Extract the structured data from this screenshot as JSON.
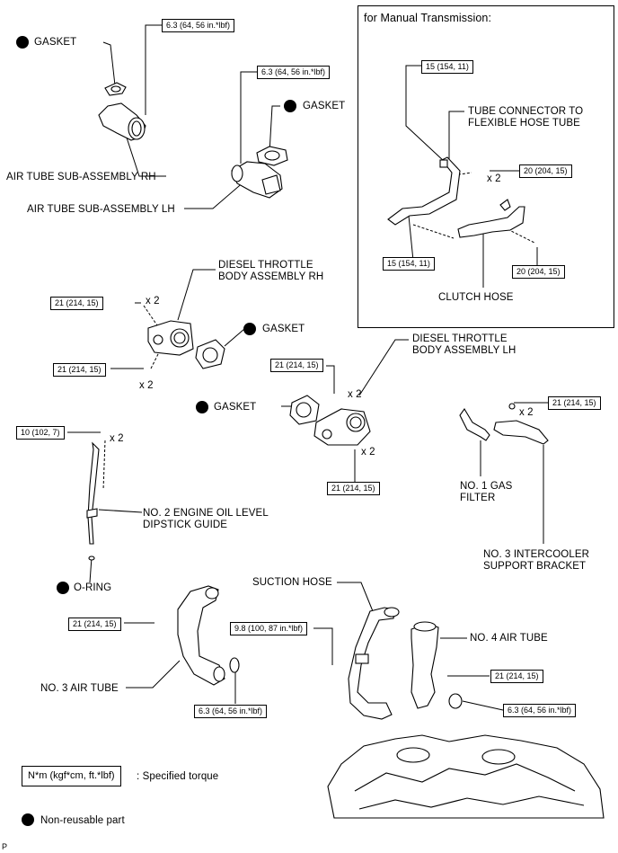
{
  "legend": {
    "torque_unit": "N*m (kgf*cm, ft.*lbf)",
    "torque_desc": ": Specified torque",
    "nonreusable_desc": "Non-reusable part"
  },
  "manual_transmission": {
    "title": "for Manual Transmission:",
    "tube_connector_line1": "TUBE CONNECTOR TO",
    "tube_connector_line2": "FLEXIBLE HOSE TUBE",
    "clutch_hose": "CLUTCH HOSE",
    "torque_15a": "15 (154, 11)",
    "torque_15b": "15 (154, 11)",
    "torque_20a": "20 (204, 15)",
    "torque_20b": "20 (204, 15)",
    "qty": "x 2"
  },
  "parts": {
    "gasket": "GASKET",
    "o_ring": "O-RING",
    "air_tube_rh": "AIR TUBE SUB-ASSEMBLY RH",
    "air_tube_lh": "AIR TUBE SUB-ASSEMBLY LH",
    "throttle_rh_1": "DIESEL THROTTLE",
    "throttle_rh_2": "BODY ASSEMBLY RH",
    "throttle_lh_1": "DIESEL THROTTLE",
    "throttle_lh_2": "BODY ASSEMBLY LH",
    "dipstick_1": "NO. 2 ENGINE OIL LEVEL",
    "dipstick_2": "DIPSTICK GUIDE",
    "gas_filter_1": "NO. 1 GAS",
    "gas_filter_2": "FILTER",
    "intercooler_1": "NO. 3 INTERCOOLER",
    "intercooler_2": "SUPPORT BRACKET",
    "suction_hose": "SUCTION HOSE",
    "air_tube_3": "NO. 3 AIR TUBE",
    "air_tube_4": "NO. 4 AIR TUBE"
  },
  "torques": {
    "t63a": "6.3 (64, 56 in.*lbf)",
    "t63b": "6.3 (64, 56 in.*lbf)",
    "t63c": "6.3 (64, 56 in.*lbf)",
    "t63d": "6.3 (64, 56 in.*lbf)",
    "t21a": "21 (214, 15)",
    "t21b": "21 (214, 15)",
    "t21c": "21 (214, 15)",
    "t21d": "21 (214, 15)",
    "t21e": "21 (214, 15)",
    "t21f": "21 (214, 15)",
    "t21g": "21 (214, 15)",
    "t10": "10 (102, 7)",
    "t98": "9.8 (100, 87 in.*lbf)"
  },
  "qty": "x 2",
  "footer_mark": "P"
}
